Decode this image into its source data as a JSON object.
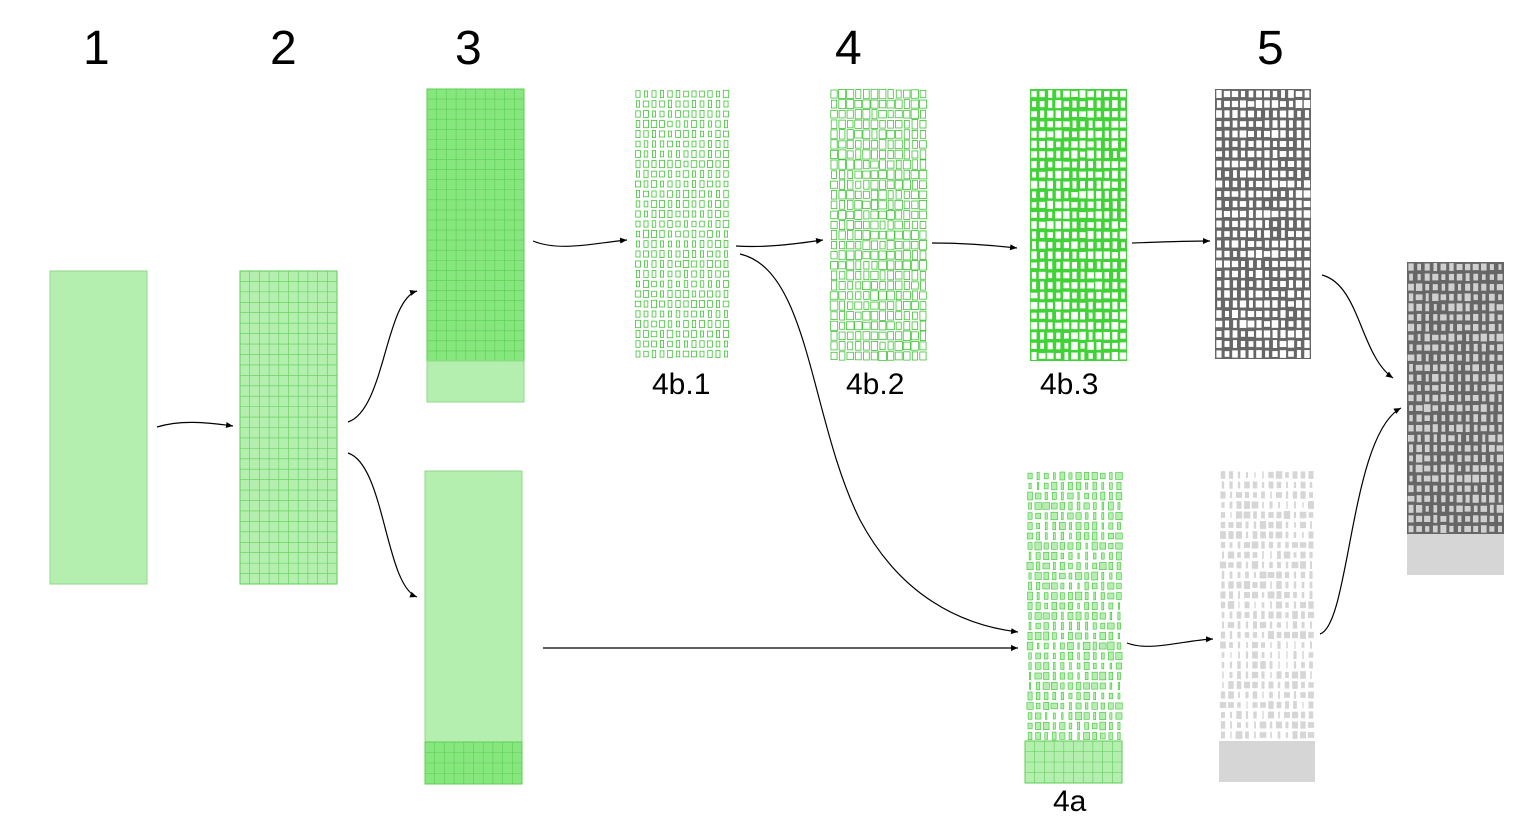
{
  "steps": [
    "1",
    "2",
    "3",
    "4",
    "5"
  ],
  "sublabels": {
    "b1": "4b.1",
    "b2": "4b.2",
    "b3": "4b.3",
    "a": "4a"
  },
  "colors": {
    "light_green": "#b4efb0",
    "mid_green": "#86e77e",
    "dark_green": "#3fd336",
    "grid_line": "#5ccd55",
    "outline_green": "#3fc336",
    "dark_gray": "#666666",
    "light_gray": "#d6d6d6",
    "arrow": "#000000"
  }
}
